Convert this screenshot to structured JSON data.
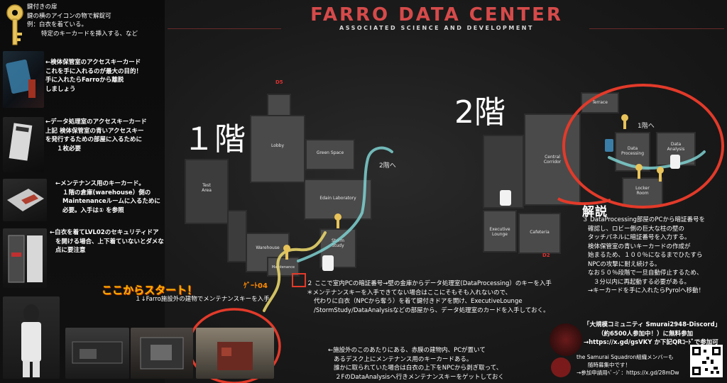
{
  "header": {
    "title": "FARRO DATA CENTER",
    "subtitle": "ASSOCIATED SCIENCE AND DEVELOPMENT"
  },
  "legend": {
    "key_lines": [
      "鍵付きの扉",
      "鍵の横のアイコンの物で解錠可",
      "例：白衣を着ている。",
      "特定のキーカードを挿入する、など"
    ],
    "item1_lines": [
      "←検体保管室のアクセスキーカード",
      "これを手に入れるのが最大の目的！",
      "手に入れたらFarroから離脱",
      "しましょう"
    ],
    "item2_lines": [
      "←データ処理室のアクセスキーカード",
      "上記 検体保管室の青いアクセスキー",
      "を発行するための部屋に入るために",
      "１枚必要"
    ],
    "item3_lines": [
      "←メンテナンス用のキーカード。",
      "１階の倉庫(warehouse）側の",
      "Maintenanceルームに入るために",
      "必要。入手は① を参照"
    ],
    "item4_lines": [
      "←白衣を着てLVL02のセキュリティドア",
      "を開ける場合、上下着ていないとダメな",
      "点に要注意"
    ]
  },
  "floors": {
    "first": "１階",
    "second": "2階",
    "to_second": "2階へ",
    "to_first": "1階へ"
  },
  "rooms": {
    "lobby": "Lobby",
    "green_space": "Green Space",
    "edain_lab": "Edain Laboratory",
    "test_area": "Test\nArea",
    "warehouse": "Warehouse",
    "maintenance": "Maintenance",
    "storm_study": "Storm\nStudy",
    "terrace": "Terrace",
    "central_corridor": "Central\nCorridor",
    "data_processing": "Data\nProcessing",
    "data_analysis": "Data\nAnalysis",
    "locker_room": "Locker\nRoom",
    "executive_lounge": "Executive\nLounge",
    "cafeteria": "Cafeteria"
  },
  "markers": {
    "d5": "D5",
    "d2": "D2",
    "gate04": "ｹﾞｰﾄ04",
    "start": "ここからスタート！"
  },
  "notes": {
    "step1": "１↓Farro施設外の建物でメンテナンスキーを入手",
    "step2_lines": [
      "２ ここで室内PCの暗証番号→壁の金庫からデータ処理室(DataProcessing）のキーを入手",
      "＊メンテナンスキーを入手できてない場合はここにそもそも入れないので、",
      "代わりに白衣（NPCから奪う）を着て鍵付きドアを開け、ExecutiveLounge",
      "/StormStudy/DataAnalysisなどの部屋から、データ処理室のカードを入手しておく。"
    ],
    "explain_title": "解説",
    "step3_lines": [
      "３ DataProcessing部屋のPCから暗証番号を",
      "確認し、ロビー側の巨大な柱の壁の",
      "タッチパネルに暗証番号を入力する。",
      "",
      "検体保管室の青いキーカードの作成が",
      "始まるため、１００％になるまでひたすら",
      "NPCの攻撃に耐え続ける。",
      "",
      "なお５０％段階で一旦自動停止するため、",
      "３分以内に再起動する必要がある。",
      "→キーカードを手に入れたらPyrolへ移動！"
    ],
    "bottom_lines": [
      "←施設外のこのあたりにある、赤膜の建物内、PCが置いて",
      "あるデスク上にメンテナンス用のキーカードある。",
      "誰かに取られていた場合は白衣の上下をNPCから剥ぎ取って、",
      "２FのDataAnalysisへ行きメンテナンスキーをゲットしておく"
    ]
  },
  "community": {
    "lines": [
      "「大規模コミュニティ Smurai2948-Discord」",
      "（約6500人参加中！）に無料参加",
      "→https://x.gd/gsVKY か下記QRｺｰﾄﾞで参加可"
    ],
    "recruit_lines": [
      "the Samurai Squadron組織メンバーも",
      "随時募集中です！",
      "→参加申請用ﾍﾟｰｼﾞ：https://x.gd/28mDw"
    ]
  },
  "colors": {
    "title_red": "#d64a4a",
    "path_yellow": "#e6d36a",
    "path_teal": "#7fd1d1",
    "circle_red": "#e23a2a",
    "start_orange": "#ffb000"
  }
}
